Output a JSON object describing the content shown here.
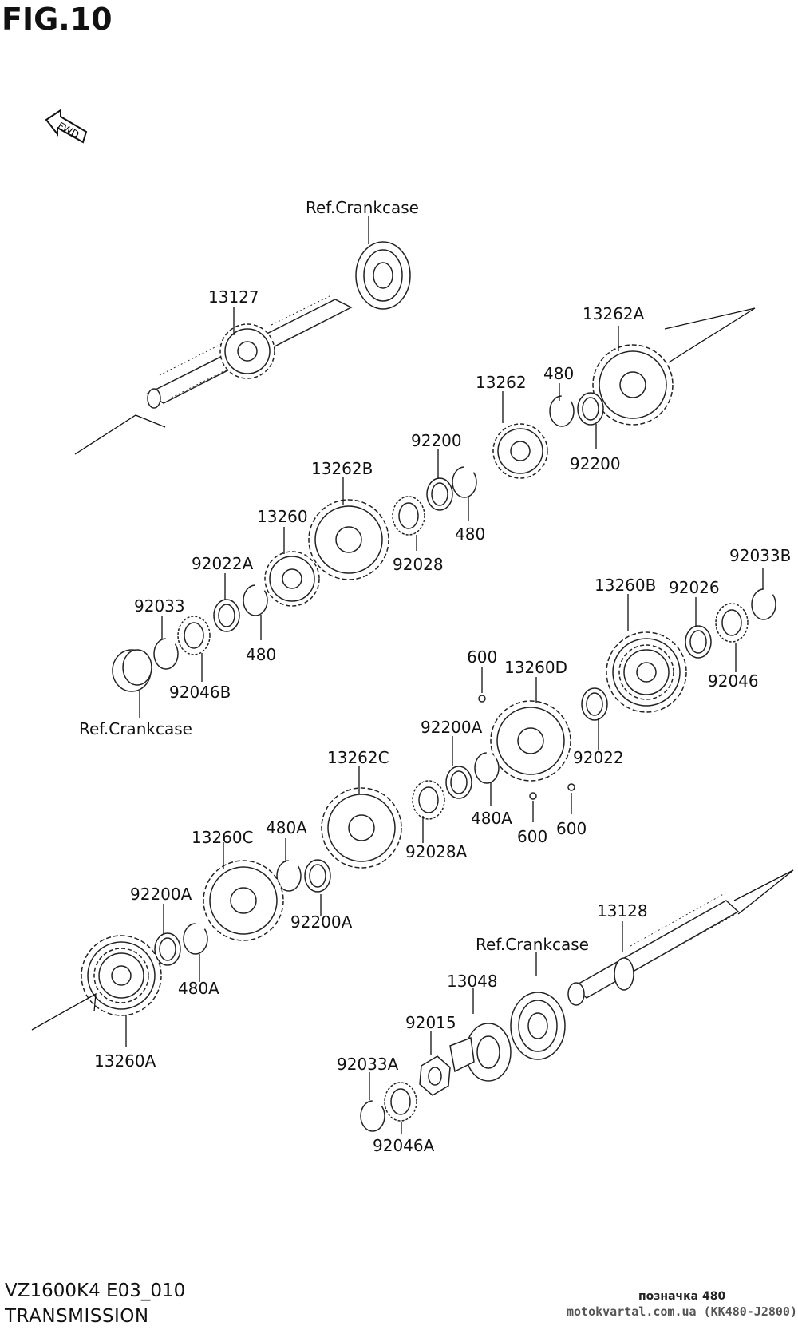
{
  "figure": {
    "title": "FIG.10"
  },
  "footer": {
    "model": "VZ1600K4 E03_010",
    "section": "TRANSMISSION",
    "mark": "позначка 480",
    "site": "motokvartal.com.ua (KK480-J2800)"
  },
  "fwd_icon": {
    "label": "FWD"
  },
  "labels": {
    "ref_crankcase_1": "Ref.Crankcase",
    "p13127": "13127",
    "p13262A": "13262A",
    "p480_a": "480",
    "p13262": "13262",
    "p92200_a": "92200",
    "p92200_b": "92200",
    "p480_b": "480",
    "p13262B": "13262B",
    "p13260": "13260",
    "p92028": "92028",
    "p92022A": "92022A",
    "p92033": "92033",
    "p480_c": "480",
    "p92046B": "92046B",
    "ref_crankcase_2": "Ref.Crankcase",
    "p92033B": "92033B",
    "p13260B": "13260B",
    "p92026": "92026",
    "p92046": "92046",
    "p600_a": "600",
    "p13260D": "13260D",
    "p92200A_a": "92200A",
    "p92022": "92022",
    "p13262C": "13262C",
    "p480A_a": "480A",
    "p600_b": "600",
    "p600_c": "600",
    "p92028A": "92028A",
    "p13260C": "13260C",
    "p480A_b": "480A",
    "p92200A_b": "92200A",
    "p92200A_c": "92200A",
    "p480A_c": "480A",
    "p13260A": "13260A",
    "p13128": "13128",
    "ref_crankcase_3": "Ref.Crankcase",
    "p13048": "13048",
    "p92015": "92015",
    "p92033A": "92033A",
    "p92046A": "92046A"
  }
}
